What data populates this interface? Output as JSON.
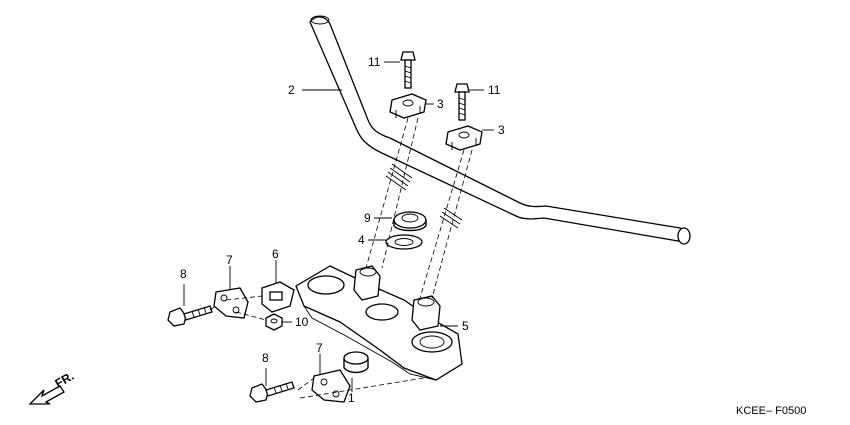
{
  "callouts": {
    "handlebar": "2",
    "bolt_upper_left": "11",
    "bolt_upper_right": "11",
    "holder_upper_left": "3",
    "holder_upper_right": "3",
    "nut": "9",
    "washer": "4",
    "bolt_left": "8",
    "plate_left": "7",
    "clamp": "6",
    "nut_small": "10",
    "bridge": "5",
    "bolt_lower": "8",
    "plate_lower": "7",
    "collar": "1"
  },
  "direction_label": "FR.",
  "diagram_code": "KCEE– F0500"
}
